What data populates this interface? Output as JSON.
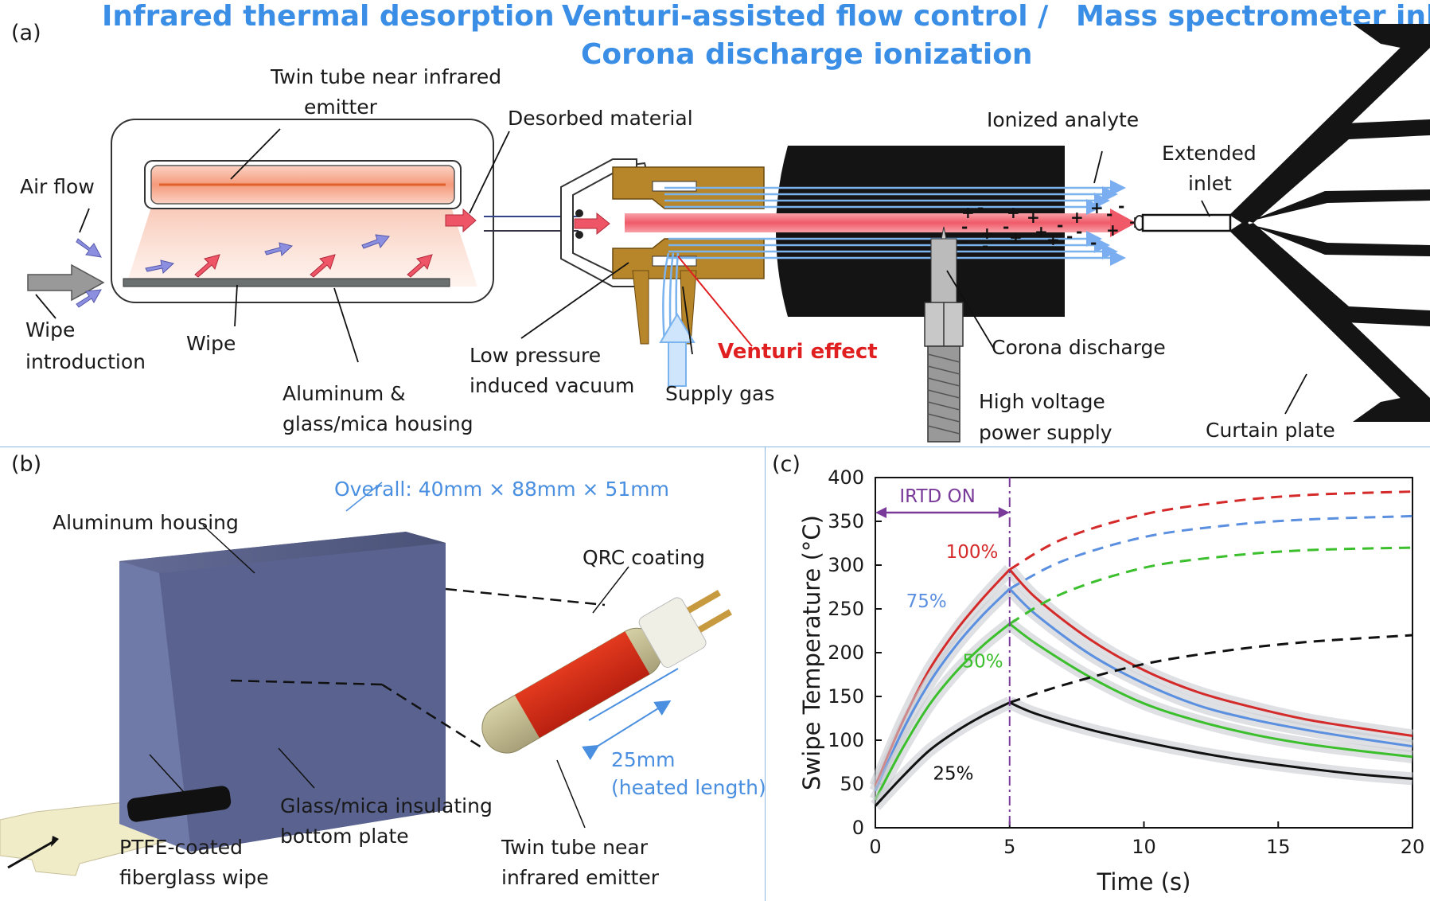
{
  "panel_a": {
    "label": "(a)",
    "headers": {
      "irtd": "Infrared thermal desorption",
      "venturi_line1": "Venturi-assisted flow control /",
      "venturi_line2": "Corona discharge ionization",
      "ms": "Mass spectrometer inlet"
    },
    "labels": {
      "emitter_line1": "Twin tube near infrared",
      "emitter_line2": "emitter",
      "air_flow": "Air flow",
      "wipe_intro_line1": "Wipe",
      "wipe_intro_line2": "introduction",
      "wipe": "Wipe",
      "housing_line1": "Aluminum &",
      "housing_line2": "glass/mica housing",
      "desorbed": "Desorbed material",
      "low_pressure_line1": "Low pressure",
      "low_pressure_line2": "induced vacuum",
      "venturi_effect": "Venturi effect",
      "supply_gas": "Supply gas",
      "ionized_analyte": "Ionized analyte",
      "corona_discharge": "Corona discharge",
      "hv_line1": "High voltage",
      "hv_line2": "power supply",
      "extended_line1": "Extended",
      "extended_line2": "inlet",
      "curtain_plate": "Curtain plate"
    },
    "colors": {
      "header_blue": "#3a8ee6",
      "venturi_red": "#e02020",
      "brass": "#b8862a",
      "black_body": "#1a1a1a",
      "flow_pink": "#f0707a",
      "flow_blue": "#6aaaf0"
    }
  },
  "panel_b": {
    "label": "(b)",
    "labels": {
      "overall": "Overall: 40mm × 88mm × 51mm",
      "aluminum_housing": "Aluminum housing",
      "qrc_coating": "QRC coating",
      "heated_line1": "25mm",
      "heated_line2": "(heated length)",
      "glass_line1": "Glass/mica insulating",
      "glass_line2": "bottom plate",
      "ptfe_line1": "PTFE-coated",
      "ptfe_line2": "fiberglass wipe",
      "twin_line1": "Twin tube near",
      "twin_line2": "infrared emitter"
    }
  },
  "panel_c": {
    "label": "(c)",
    "irtd_on": "IRTD ON"
  },
  "chart_data": {
    "type": "line",
    "title": "",
    "xlabel": "Time (s)",
    "ylabel": "Swipe Temperature (°C)",
    "xlim": [
      0,
      20
    ],
    "ylim": [
      0,
      400
    ],
    "xticks": [
      0,
      5,
      10,
      15,
      20
    ],
    "yticks": [
      0,
      50,
      100,
      150,
      200,
      250,
      300,
      350,
      400
    ],
    "grid": false,
    "annotations": [
      {
        "text": "IRTD ON",
        "x_range": [
          0,
          5
        ],
        "style": "double-arrow"
      },
      {
        "text": "vertical dash-dot line",
        "x": 5
      }
    ],
    "series": [
      {
        "name": "100%",
        "color": "#d42a2a",
        "measured": {
          "x": [
            0,
            1,
            2,
            3,
            4,
            5,
            6,
            8,
            10,
            12,
            14,
            16,
            18,
            20
          ],
          "y": [
            48,
            120,
            180,
            225,
            262,
            295,
            262,
            215,
            180,
            155,
            138,
            124,
            114,
            105
          ]
        },
        "projected": {
          "x": [
            5,
            7,
            10,
            13,
            16,
            20
          ],
          "y": [
            295,
            330,
            358,
            372,
            380,
            384
          ]
        }
      },
      {
        "name": "75%",
        "color": "#5b8fe0",
        "measured": {
          "x": [
            0,
            1,
            2,
            3,
            4,
            5,
            6,
            8,
            10,
            12,
            14,
            16,
            18,
            20
          ],
          "y": [
            42,
            110,
            165,
            208,
            243,
            273,
            243,
            198,
            165,
            140,
            124,
            112,
            102,
            93
          ]
        },
        "projected": {
          "x": [
            5,
            7,
            10,
            13,
            16,
            20
          ],
          "y": [
            273,
            305,
            332,
            345,
            352,
            356
          ]
        }
      },
      {
        "name": "50%",
        "color": "#3cbf2c",
        "measured": {
          "x": [
            0,
            1,
            2,
            3,
            4,
            5,
            6,
            8,
            10,
            12,
            14,
            16,
            18,
            20
          ],
          "y": [
            32,
            90,
            140,
            178,
            208,
            233,
            210,
            172,
            142,
            122,
            107,
            96,
            88,
            81
          ]
        },
        "projected": {
          "x": [
            5,
            7,
            10,
            13,
            16,
            20
          ],
          "y": [
            233,
            268,
            297,
            310,
            317,
            320
          ]
        }
      },
      {
        "name": "25%",
        "color": "#111111",
        "measured": {
          "x": [
            0,
            1,
            2,
            3,
            4,
            5,
            6,
            8,
            10,
            12,
            14,
            16,
            18,
            20
          ],
          "y": [
            25,
            58,
            88,
            110,
            128,
            143,
            130,
            112,
            98,
            86,
            76,
            68,
            61,
            56
          ]
        },
        "projected": {
          "x": [
            5,
            7,
            10,
            13,
            16,
            20
          ],
          "y": [
            143,
            163,
            187,
            202,
            212,
            220
          ]
        }
      }
    ]
  }
}
